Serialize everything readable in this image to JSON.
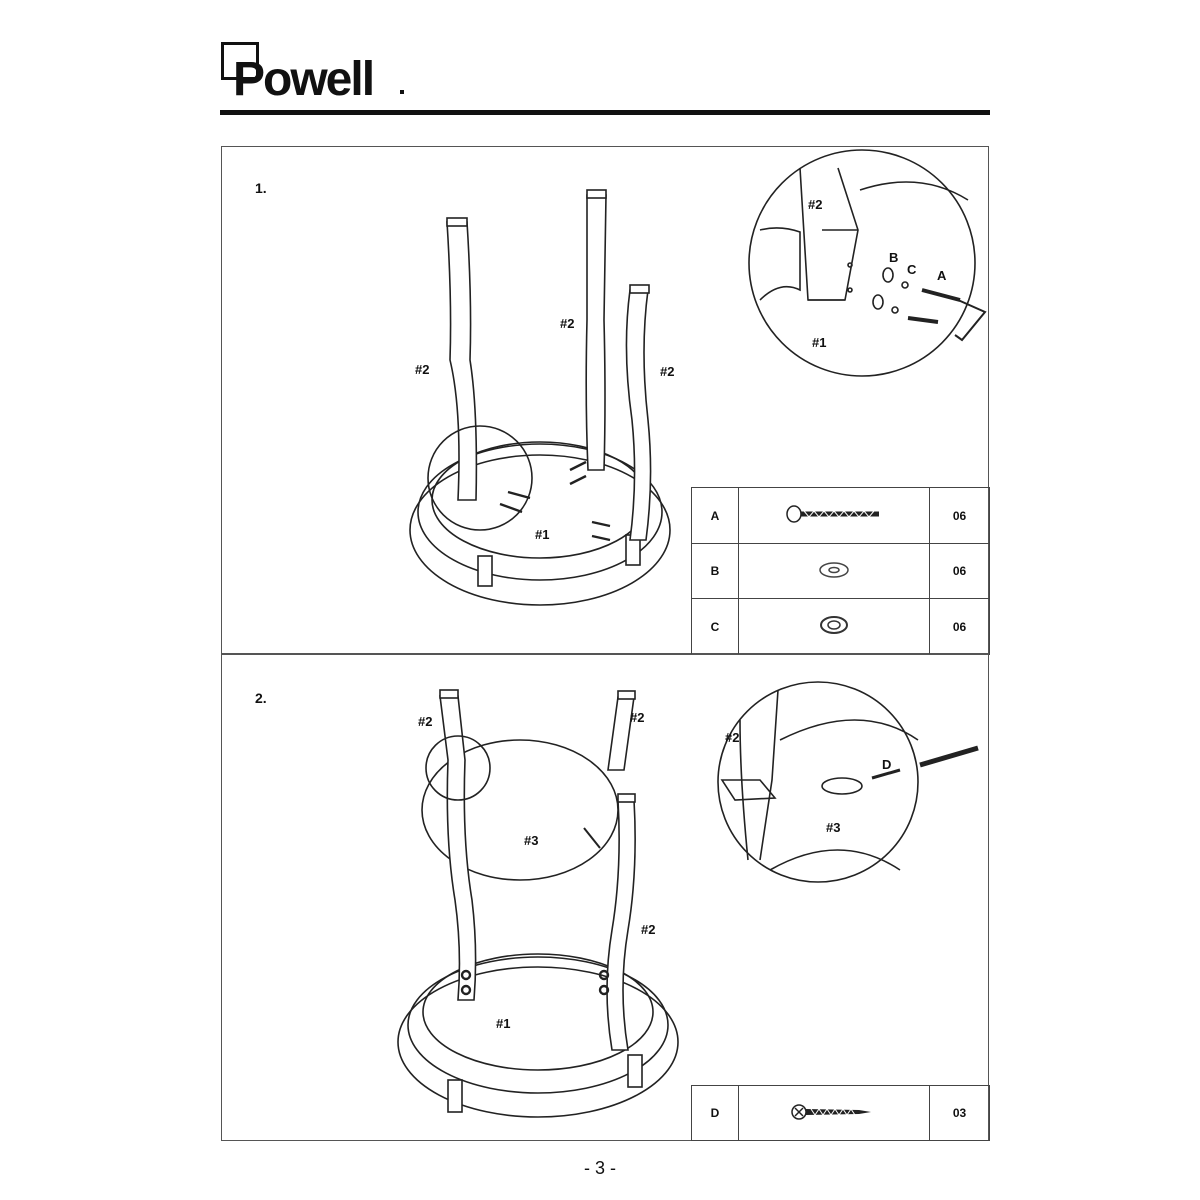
{
  "brand": {
    "name": "Powell"
  },
  "step1": {
    "number": "1.",
    "labels": {
      "leg_left": "#2",
      "leg_mid": "#2",
      "leg_right": "#2",
      "base": "#1",
      "detail_leg": "#2",
      "detail_base": "#1",
      "detail_b": "B",
      "detail_c": "C",
      "detail_a": "A"
    },
    "parts": [
      {
        "code": "A",
        "icon": "bolt-icon",
        "qty": "06"
      },
      {
        "code": "B",
        "icon": "flat-washer-icon",
        "qty": "06"
      },
      {
        "code": "C",
        "icon": "lock-washer-icon",
        "qty": "06"
      }
    ]
  },
  "step2": {
    "number": "2.",
    "labels": {
      "leg_tl": "#2",
      "leg_tr": "#2",
      "leg_br": "#2",
      "top": "#3",
      "base": "#1",
      "detail_leg": "#2",
      "detail_d": "D",
      "detail_top": "#3"
    },
    "parts": [
      {
        "code": "D",
        "icon": "wood-screw-icon",
        "qty": "03"
      }
    ]
  },
  "footer": {
    "page_number": "- 3 -"
  }
}
